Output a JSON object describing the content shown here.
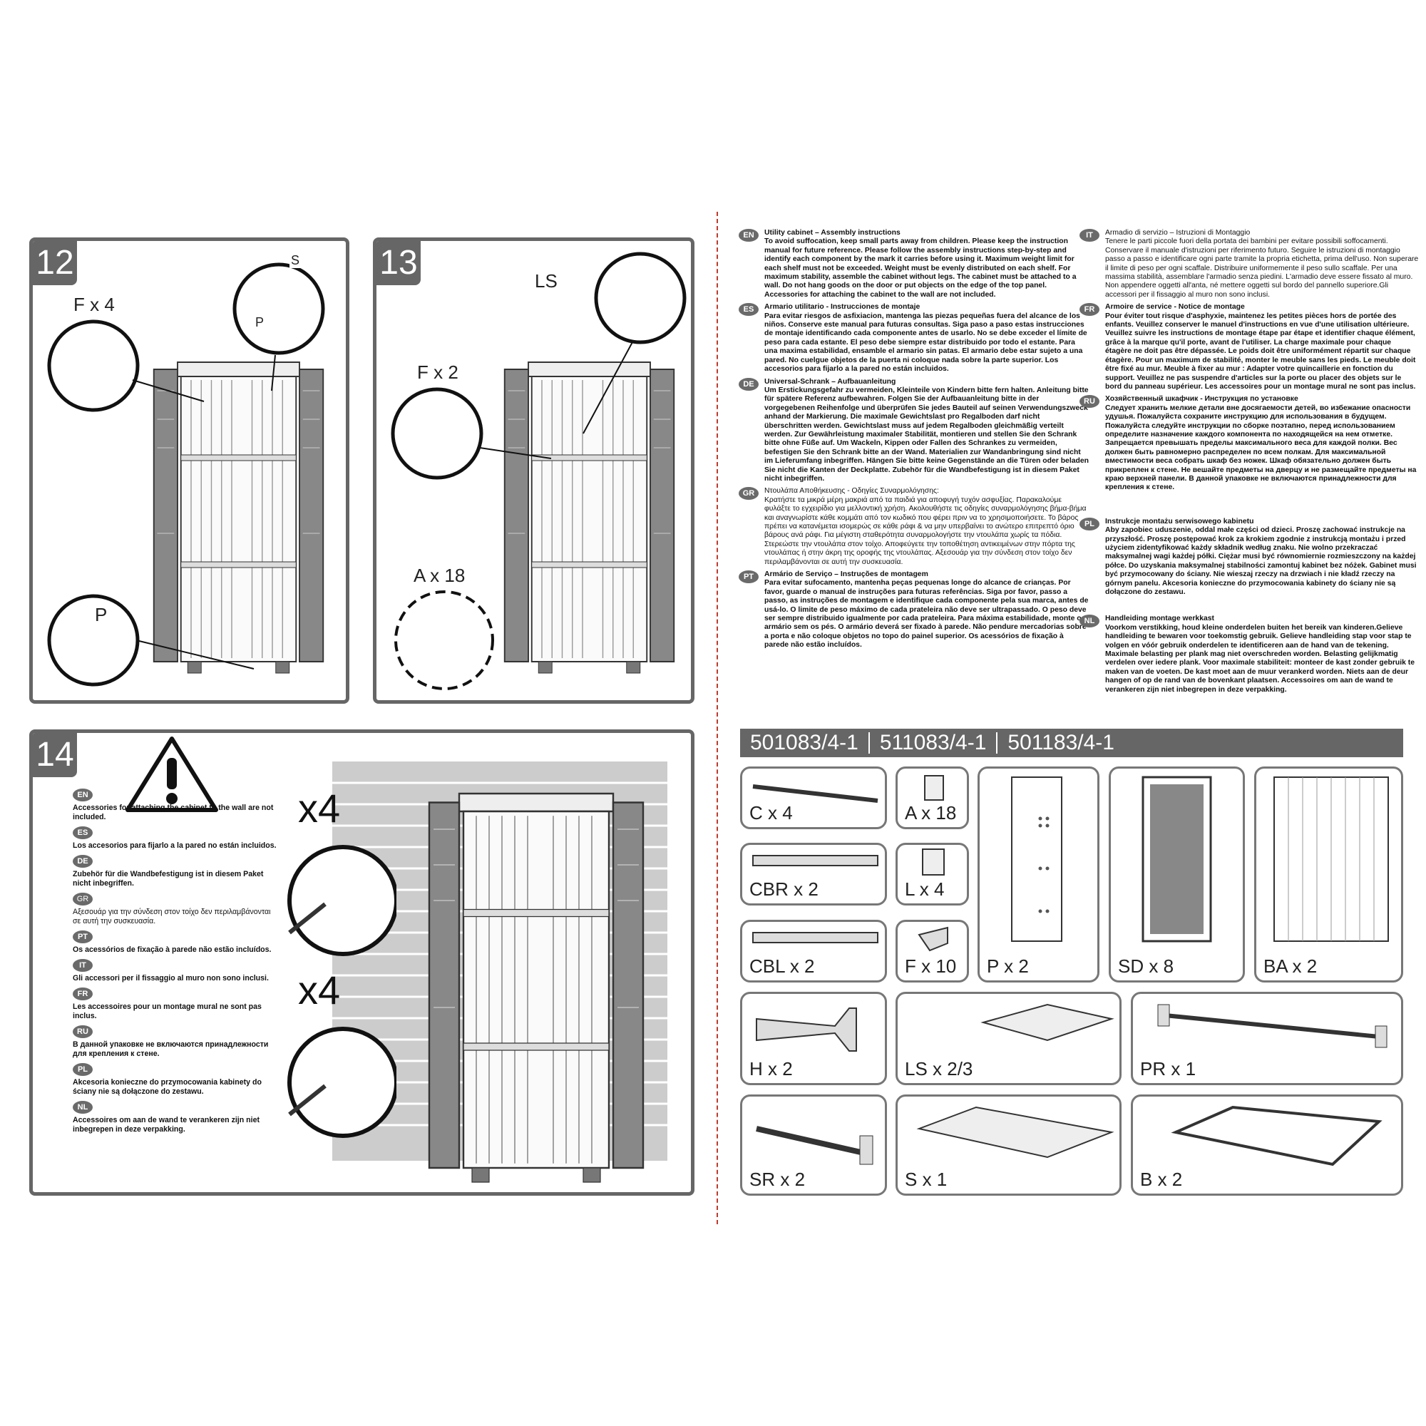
{
  "steps": [
    {
      "number": "12",
      "labels": {
        "f": "F x 4",
        "s": "S",
        "p": "P",
        "p2": "P"
      }
    },
    {
      "number": "13",
      "labels": {
        "ls": "LS",
        "f": "F x 2",
        "a": "A x 18"
      }
    },
    {
      "number": "14",
      "labels": {
        "x4a": "x4",
        "x4b": "x4"
      }
    }
  ],
  "step14_notes": [
    {
      "lang": "EN",
      "text": "Accessories for attaching the cabinet to the wall are not included."
    },
    {
      "lang": "ES",
      "text": "Los accesorios para fijarlo a la pared no están incluidos."
    },
    {
      "lang": "DE",
      "text": "Zubehör für die Wandbefestigung ist in diesem Paket nicht inbegriffen."
    },
    {
      "lang": "GR",
      "text": "Αξεσουάρ για την σύνδεση στον τοίχο δεν περιλαμβάνονται σε αυτή την συσκευασία."
    },
    {
      "lang": "PT",
      "text": "Os acessórios de fixação à parede não estão incluídos."
    },
    {
      "lang": "IT",
      "text": "Gli accessori per il fissaggio al muro non sono inclusi."
    },
    {
      "lang": "FR",
      "text": "Les accessoires pour un montage mural ne sont pas inclus."
    },
    {
      "lang": "RU",
      "text": "В данной упаковке не включаются принадлежности для крепления к стене."
    },
    {
      "lang": "PL",
      "text": "Akcesoria konieczne do przymocowania kabinety do ściany nie są dołączone do zestawu."
    },
    {
      "lang": "NL",
      "text": "Accessoires om aan de wand te verankeren zijn niet inbegrepen in deze verpakking."
    }
  ],
  "instructions": [
    {
      "lang": "EN",
      "title": "Utility cabinet – Assembly instructions",
      "text": "To avoid suffocation, keep small parts away from children. Please keep the instruction manual for future reference. Please follow the assembly instructions step-by-step and identify each component by the mark it carries before using it. Maximum weight limit for each shelf must not be exceeded. Weight must be evenly distributed on each shelf. For maximum stability, assemble the cabinet without legs. The cabinet must be attached to a wall. Do not hang goods on the door or put objects on the edge of the top panel. Accessories for attaching the cabinet to the wall are not included."
    },
    {
      "lang": "ES",
      "title": "Armario utilitario  - Instrucciones de montaje",
      "text": "Para evitar riesgos de asfixiacion, mantenga las piezas pequeñas fuera del alcance de los niños. Conserve este manual para futuras consultas. Siga paso a paso estas instrucciones de montaje identificando cada componente antes de usarlo. No se debe exceder el límite de peso para cada estante. El peso debe siempre estar distribuido por todo el estante. Para una maxima estabilidad, ensamble el armario sin patas. El armario debe estar sujeto a una pared. No cuelgue objetos de la puerta ni coloque nada sobre la parte superior. Los accesorios para fijarlo a la pared no están incluidos."
    },
    {
      "lang": "DE",
      "title": "Universal-Schrank – Aufbauanleitung",
      "text": "Um Erstickungsgefahr zu vermeiden, Kleinteile von Kindern bitte fern halten. Anleitung bitte für spätere Referenz aufbewahren. Folgen Sie der Aufbauanleitung bitte in der vorgegebenen Reihenfolge und überprüfen Sie jedes Bauteil auf seinen Verwendungszweck anhand der Markierung. Die maximale Gewichtslast pro Regalboden darf nicht überschritten werden. Gewichtslast muss auf jedem Regalboden gleichmäßig verteilt werden. Zur Gewährleistung maximaler Stabilität, montieren und stellen Sie den Schrank bitte ohne Füße auf. Um Wackeln, Kippen oder Fallen des Schrankes zu vermeiden, befestigen Sie den Schrank bitte an der Wand. Materialien zur Wandanbringung sind nicht im Lieferumfang inbegriffen. Hängen Sie bitte keine Gegenstände an die Türen oder beladen Sie nicht die Kanten der Deckplatte. Zubehör für die Wandbefestigung ist in diesem Paket nicht inbegriffen."
    },
    {
      "lang": "GR",
      "title": "Ντουλάπα Αποθήκευσης - Οδηγίες Συναρμολόγησης:",
      "text": "Κρατήστε τα μικρά μέρη μακριά από τα παιδιά για αποφυγή τυχόν ασφυξίας. Παρακαλούμε φυλάξτε το εγχειρίδιο για μελλοντική χρήση. Ακολουθήστε τις οδηγίες συναρμολόγησης βήμα-βήμα και αναγνωρίστε κάθε κομμάτι από τον κωδικό που φέρει πριν να το χρησιμοποιήσετε. Το βάρος πρέπει να κατανέμεται ισομερώς σε κάθε ράφι & να μην υπερβαίνει το ανώτερο επιτρεπτό όριο βάρους ανά ράφι. Για μέγιστη σταθερότητα συναρμολογήστε την ντουλάπα χωρίς τα πόδια. Στερεώστε την ντουλάπα στον τοίχο. Αποφεύγετε την τοποθέτηση αντικειμένων στην πόρτα της ντουλάπας ή στην άκρη της οροφής της ντουλάπας. Αξεσουάρ για την σύνδεση στον τοίχο δεν περιλαμβάνονται σε αυτή την συσκευασία."
    },
    {
      "lang": "PT",
      "title": "Armário de Serviço – Instruções de montagem",
      "text": "Para evitar sufocamento, mantenha peças pequenas longe do alcance de crianças. Por favor, guarde o manual de instruções para futuras referências. Siga por favor, passo a passo, as instruções de montagem e identifique cada componente pela sua marca, antes de usá-lo. O limite de peso máximo de cada prateleira não deve ser ultrapassado. O peso deve ser sempre distribuido igualmente por cada prateleira. Para máxima estabilidade, monte o armário sem os pés. O armário deverá ser fixado à parede. Não pendure mercadorias sobre a porta e não coloque objetos no topo do painel superior. Os acessórios de fixação à parede não estão incluídos."
    },
    {
      "lang": "IT",
      "title": "Armadio di servizio – Istruzioni di Montaggio",
      "text": "Tenere le parti piccole fuori della portata dei bambini per evitare possibili soffocamenti. Conservare il manuale d'istruzioni per riferimento futuro. Seguire le istruzioni di montaggio passo a passo e identificare ogni parte tramite la propria etichetta, prima dell'uso. Non superare il limite di peso per ogni scaffale. Distribuire uniformemente il peso sullo scaffale. Per una massima stabilità, assemblare l'armadio senza piedini. L'armadio deve essere fissato al muro. Non appendere oggetti all'anta, né mettere oggetti sul bordo del pannello superiore.Gli accessori per il fissaggio al muro non sono inclusi."
    },
    {
      "lang": "FR",
      "title": "Armoire de service - Notice de montage",
      "text": "Pour éviter tout risque d'asphyxie, maintenez les petites pièces hors de portée des enfants. Veuillez conserver le manuel d'instructions en vue d'une utilisation ultérieure. Veuillez suivre les instructions de montage étape par étape et identifier chaque élément, grâce à la marque qu'il porte, avant de l'utiliser. La charge maximale pour chaque étagère ne doit pas être dépassée. Le poids doit être uniformément répartit sur chaque étagère. Pour un maximum de stabilité, monter le meuble sans les pieds. Le meuble doit être fixé au mur. Meuble à fixer au mur : Adapter votre quincaillerie en fonction du support. Veuillez ne pas suspendre d'articles sur la porte ou placer des objets sur le bord du panneau supérieur. Les accessoires pour un montage mural ne sont pas inclus."
    },
    {
      "lang": "RU",
      "title": "Хозяйственный шкафчик - Инструкция по установке",
      "text": "Следует хранить мелкие детали вне досягаемости детей, во избежание опасности удушья. Пожалуйста сохраните инструкцию для использования в будущем. Пожалуйста следуйте инструкции по сборке поэтапно, перед использованием определите назначение каждого компонента по находящейся на нем  отметке. Запрещается превышать пределы максимального веса для каждой полки. Вес должен быть равномерно распределен по всем полкам. Для максимальной вместимости веса собрать шкаф без ножек. Шкаф  обязательно должен быть прикреплен к стене. Не вешайте предметы на дверцу и не размещайте предметы на краю верхней панели. В данной упаковке не включаются принадлежности для крепления к стене."
    },
    {
      "lang": "PL",
      "title": "Instrukcje montażu serwisowego kabinetu",
      "text": "Aby zapobiec uduszenie, oddal małe części od dzieci. Proszę zachować instrukcje na przyszłość. Proszę postępować krok za krokiem zgodnie z instrukcją montażu i przed użyciem zidentyfikować każdy składnik według znaku. Nie wolno przekraczać maksymalnej wagi każdej półki. Ciężar  musi być równomiernie rozmieszczony na każdej półce. Do uzyskania maksymalnej stabilności zamontuj kabinet bez nóżek. Gabinet musi być przymocowany do ściany. Nie wieszaj rzeczy na drzwiach i nie kładź rzeczy na górnym panelu. Akcesoria konieczne do przymocowania kabinety do ściany nie są dołączone do zestawu."
    },
    {
      "lang": "NL",
      "title": "Handleiding montage werkkast",
      "text": "Voorkom verstikking, houd kleine onderdelen buiten het bereik van kinderen.Gelieve handleiding te bewaren voor toekomstig gebruik. Gelieve handleiding stap voor stap te volgen en vóór gebruik onderdelen te identificeren aan de hand van de tekening. Maximale belasting per plank mag niet overschreden worden. Belasting gelijkmatig verdelen over iedere plank. Voor maximale stabiliteit: monteer de kast zonder gebruik te maken van de voeten. De kast moet aan de muur verankerd worden. Niets aan de deur hangen of op de rand van de bovenkant plaatsen. Accessoires om aan de wand te verankeren zijn niet inbegrepen in deze verpakking."
    }
  ],
  "model_numbers": [
    "501083/4-1",
    "511083/4-1",
    "501183/4-1"
  ],
  "parts": [
    {
      "label": "C x 4"
    },
    {
      "label": "A x 18"
    },
    {
      "label": "P x 2"
    },
    {
      "label": "SD x 8"
    },
    {
      "label": "BA x 2"
    },
    {
      "label": "CBR x 2"
    },
    {
      "label": "L x 4"
    },
    {
      "label": "CBL x 2"
    },
    {
      "label": "F x 10"
    },
    {
      "label": "H x 2"
    },
    {
      "label": "LS x 2/3"
    },
    {
      "label": "PR x 1"
    },
    {
      "label": "SR x 2"
    },
    {
      "label": "S x 1"
    },
    {
      "label": "B x 2"
    }
  ],
  "colors": {
    "panel_border": "#666666",
    "badge": "#6a6a6a",
    "divider": "#c0392b",
    "brick": "#cccccc"
  }
}
